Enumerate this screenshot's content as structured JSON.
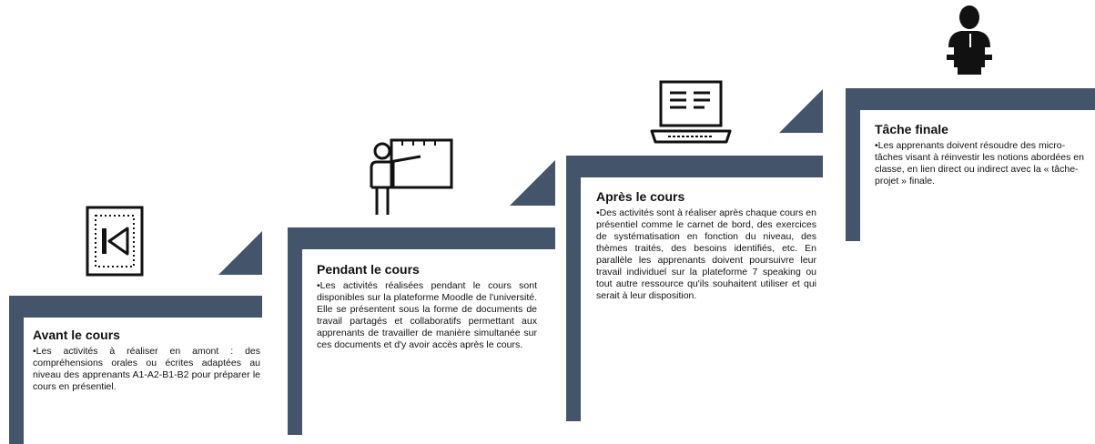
{
  "steps": [
    {
      "title": "Avant le cours",
      "text": "•Les activités à réaliser en amont : des compréhensions orales ou écrites adaptées au niveau des apprenants A1-A2-B1-B2 pour préparer le cours en présentiel.",
      "icon": "skip-back-icon"
    },
    {
      "title": "Pendant le cours",
      "text": "•Les activités réalisées pendant le cours sont disponibles sur la plateforme Moodle de l'université. Elle se présentent sous la forme de documents de travail partagés et collaboratifs permettant aux apprenants de travailler de manière simultanée sur ces documents et d'y avoir accès après le cours.",
      "icon": "teacher-board-icon"
    },
    {
      "title": "Après le cours",
      "text": "•Des activités sont à réaliser après chaque cours en présentiel comme le carnet de bord, des exercices de systématisation en fonction du niveau, des thèmes traités, des besoins identifiés, etc. En parallèle les apprenants doivent poursuivre leur travail individuel sur la plateforme 7 speaking ou tout autre ressource qu'ils souhaitent utiliser et qui serait à leur disposition.",
      "icon": "laptop-icon"
    },
    {
      "title": "Tâche finale",
      "text": "•Les apprenants doivent résoudre des micro-tâches visant à réinvestir les notions abordées en classe, en lien direct ou indirect avec la « tâche-projet » finale.",
      "icon": "person-podium-icon"
    }
  ],
  "colors": {
    "step": "#44546a"
  }
}
